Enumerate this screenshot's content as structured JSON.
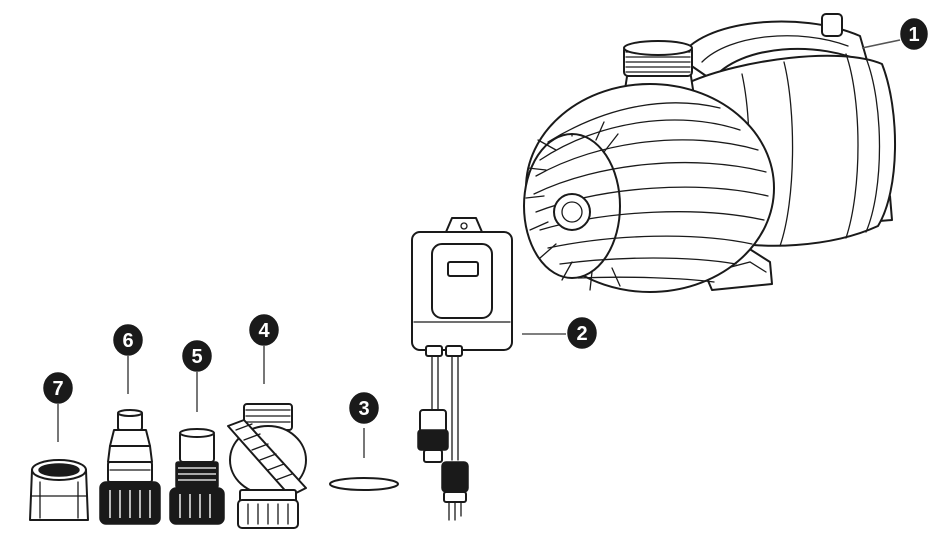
{
  "diagram": {
    "callouts": [
      {
        "id": "1",
        "label": "1",
        "part": "pump"
      },
      {
        "id": "2",
        "label": "2",
        "part": "control-box"
      },
      {
        "id": "3",
        "label": "3",
        "part": "o-ring"
      },
      {
        "id": "4",
        "label": "4",
        "part": "check-valve"
      },
      {
        "id": "5",
        "label": "5",
        "part": "threaded-adapter"
      },
      {
        "id": "6",
        "label": "6",
        "part": "hose-barb-adapter"
      },
      {
        "id": "7",
        "label": "7",
        "part": "female-coupling"
      }
    ],
    "colors": {
      "line": "#1a1a1a",
      "fill": "#ffffff",
      "dark": "#1a1a1a",
      "mid": "#888888"
    }
  }
}
